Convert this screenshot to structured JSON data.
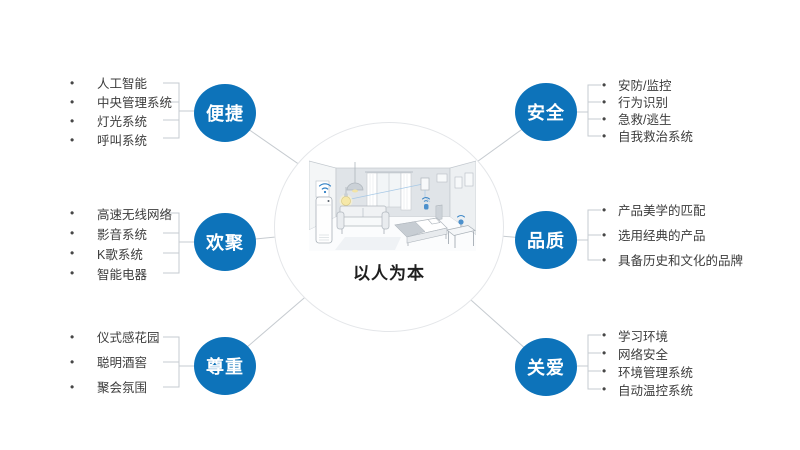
{
  "center": {
    "caption": "以人为本",
    "illustration": "smart-home-room-sketch"
  },
  "bullet": "•",
  "colors": {
    "node": "#0D73BA",
    "connector": "#C6CBD0",
    "circle_border": "#E4E6E9",
    "item_text": "#3C3C3C",
    "caption_text": "#1F1F1F",
    "accent_wifi": "#2F7FC4",
    "bulb": "#F6E8A8"
  },
  "groups": [
    {
      "label": "便捷",
      "side": "left",
      "items": [
        "人工智能",
        "中央管理系统",
        "灯光系统",
        "呼叫系统"
      ]
    },
    {
      "label": "欢聚",
      "side": "left",
      "items": [
        "高速无线网络",
        "影音系统",
        "K歌系统",
        "智能电器"
      ]
    },
    {
      "label": "尊重",
      "side": "left",
      "items": [
        "仪式感花园",
        "聪明酒窖",
        "聚会氛围"
      ]
    },
    {
      "label": "安全",
      "side": "right",
      "items": [
        "安防/监控",
        "行为识别",
        "急救/逃生",
        "自我救治系统"
      ]
    },
    {
      "label": "品质",
      "side": "right",
      "items": [
        "产品美学的匹配",
        "选用经典的产品",
        "具备历史和文化的品牌"
      ]
    },
    {
      "label": "关爱",
      "side": "right",
      "items": [
        "学习环境",
        "网络安全",
        "环境管理系统",
        "自动温控系统"
      ]
    }
  ]
}
